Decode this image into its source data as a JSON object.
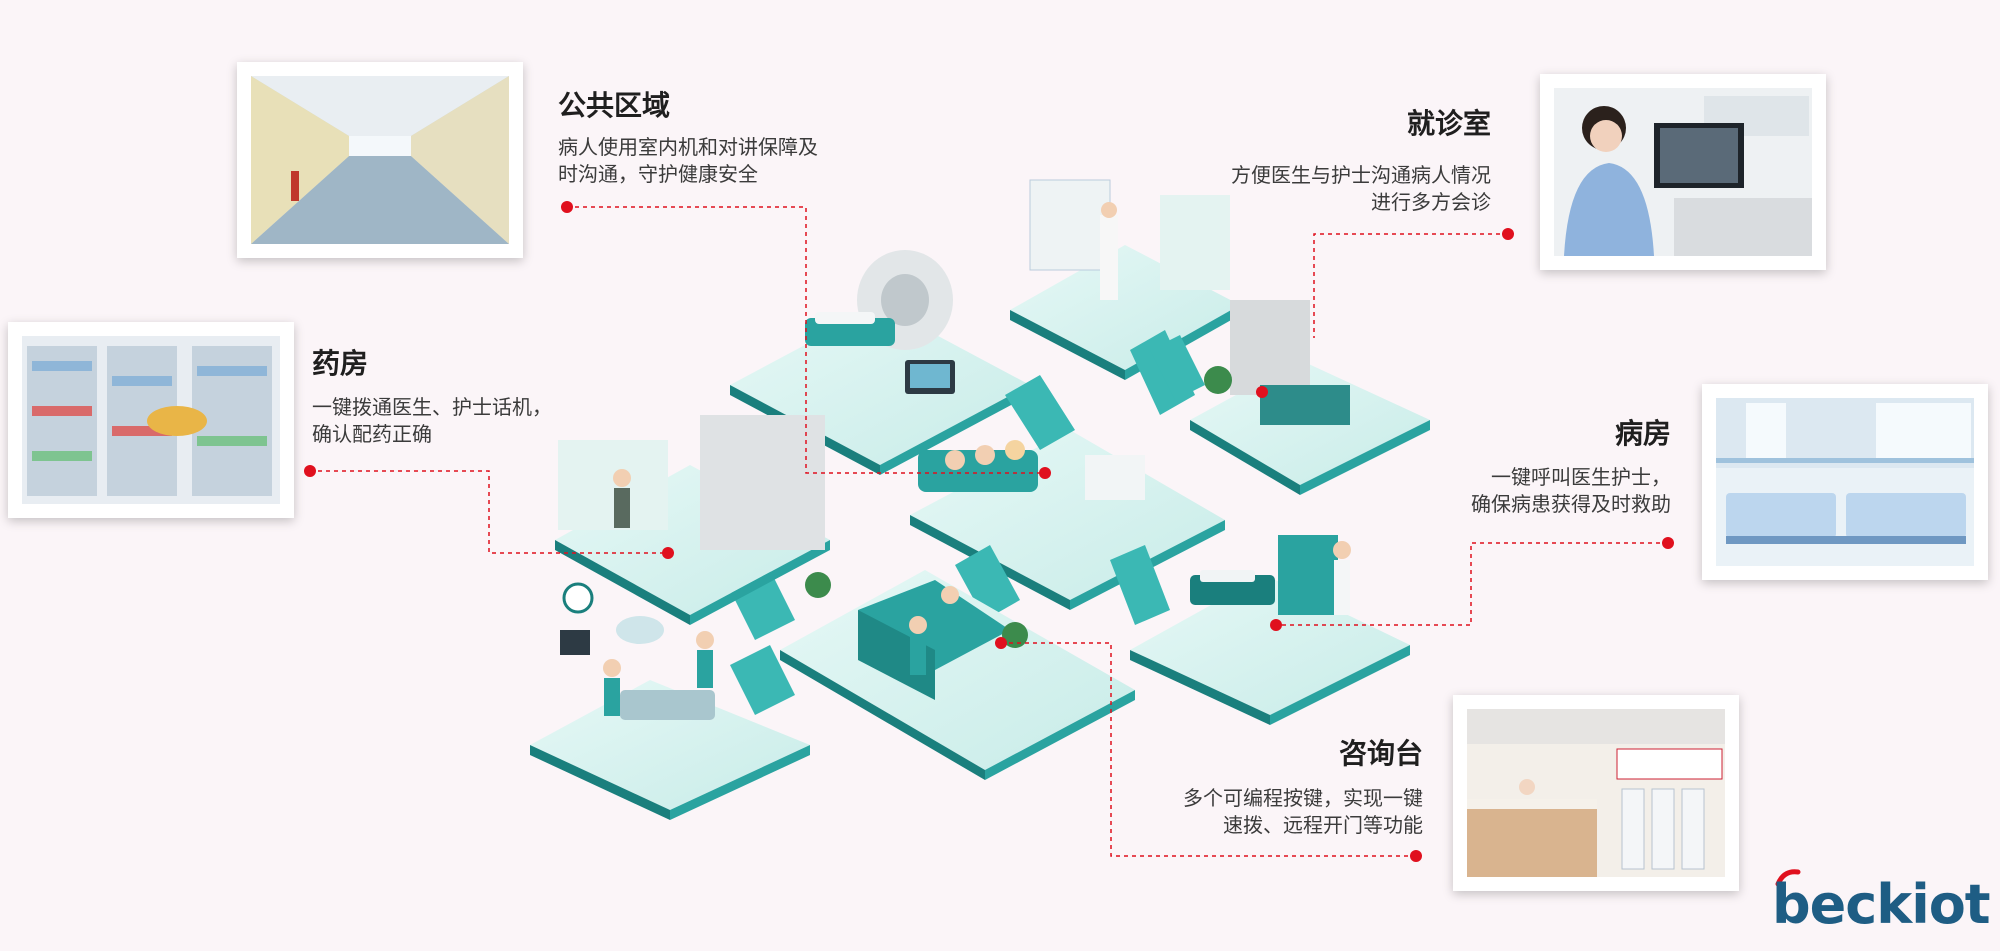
{
  "areas": {
    "public": {
      "title": "公共区域",
      "desc": [
        "病人使用室内机和对讲保障及",
        "时沟通，守护健康安全"
      ]
    },
    "pharmacy": {
      "title": "药房",
      "desc": [
        "一键拨通医生、护士话机，",
        "确认配药正确"
      ]
    },
    "clinic": {
      "title": "就诊室",
      "desc": [
        "方便医生与护士沟通病人情况",
        "进行多方会诊"
      ]
    },
    "ward": {
      "title": "病房",
      "desc": [
        "一键呼叫医生护士，",
        "确保病患获得及时救助"
      ]
    },
    "consult": {
      "title": "咨询台",
      "desc": [
        "多个可编程按键，实现一键",
        "速拨、远程开门等功能"
      ]
    }
  },
  "brand": {
    "name": "beckiot"
  },
  "colors": {
    "accent": "#e0101e",
    "teal": "#2aa3a0",
    "teal_dark": "#1a7f7d",
    "floor": "#d7f2ef",
    "background": "#fbf5f8",
    "brand_blue": "#1e5d84"
  }
}
